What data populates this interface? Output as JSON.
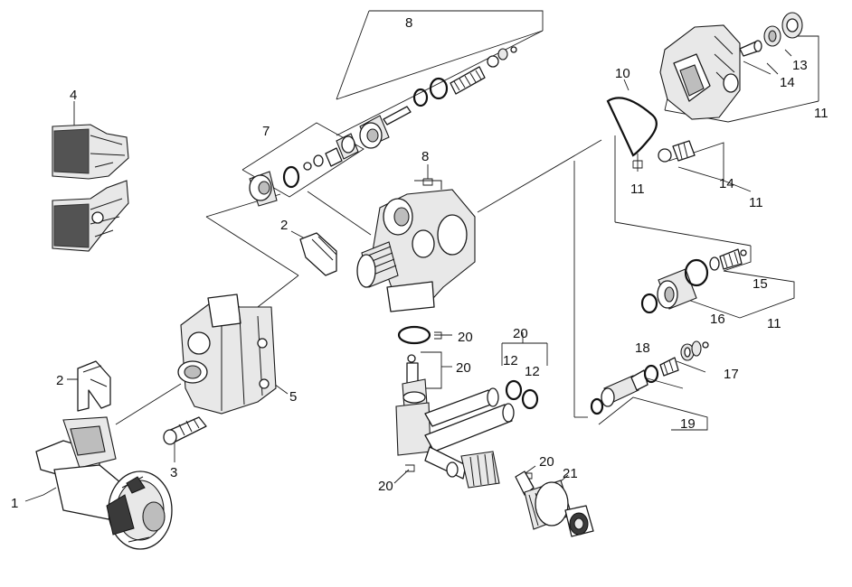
{
  "callouts": [
    {
      "label": "1"
    },
    {
      "label": "2"
    },
    {
      "label": "2"
    },
    {
      "label": "3"
    },
    {
      "label": "4"
    },
    {
      "label": "5"
    },
    {
      "label": "7"
    },
    {
      "label": "8"
    },
    {
      "label": "8"
    },
    {
      "label": "10"
    },
    {
      "label": "11"
    },
    {
      "label": "11"
    },
    {
      "label": "11"
    },
    {
      "label": "11"
    },
    {
      "label": "12"
    },
    {
      "label": "12"
    },
    {
      "label": "13"
    },
    {
      "label": "14"
    },
    {
      "label": "14"
    },
    {
      "label": "15"
    },
    {
      "label": "16"
    },
    {
      "label": "17"
    },
    {
      "label": "18"
    },
    {
      "label": "19"
    },
    {
      "label": "20"
    },
    {
      "label": "20"
    },
    {
      "label": "20"
    },
    {
      "label": "20"
    },
    {
      "label": "20"
    },
    {
      "label": "21"
    }
  ]
}
